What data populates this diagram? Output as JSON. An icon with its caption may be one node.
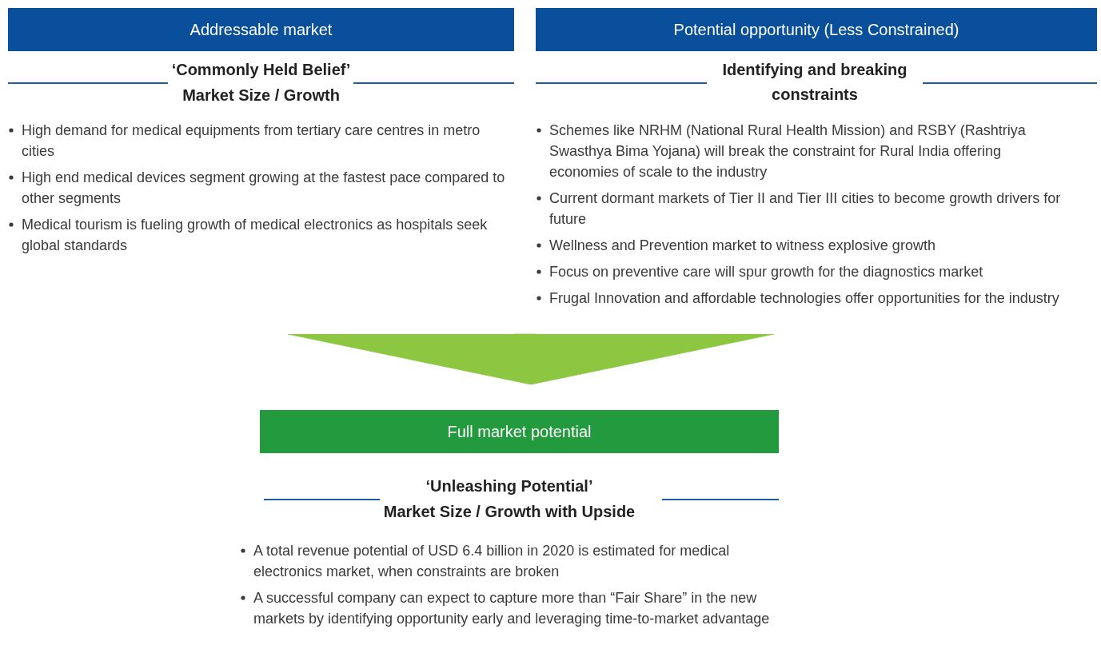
{
  "diagram": {
    "nodes": [
      {
        "text": [
          "Addressable market",
          "‘Commonly Held Belief’",
          "Market Size / Growth",
          "High demand for medical equipments  from tertiary care centres in metro cities",
          "High end medical devices segment growing at the  fastest pace compared to other segments",
          "Medical tourism is fueling growth of medical electronics as hospitals seek  global standards"
        ]
      },
      {
        "text": [
          "Potential opportunity (Less Constrained)",
          "Identifying and breaking constraints",
          "Schemes like NRHM (National Rural Health Mission) and RSBY (Rashtriya Swasthya Bima Yojana) will break the constraint for Rural India offering economies of scale to the  industry",
          "Current dormant markets of Tier II and Tier III cities to become growth drivers for future",
          "Wellness and Prevention market to witness explosive growth",
          "Focus on preventive care will spur growth for  the diagnostics market",
          "Frugal Innovation and affordable technologies offer opportunities for the industry"
        ]
      },
      {
        "text": [
          "Full market potential",
          "‘Unleashing Potential’",
          "Market Size / Growth with Upside",
          "A total revenue potential of USD 6.4 billion in 2020 is estimated for medical electronics market, when constraints are broken",
          "A successful company can expect to capture more than “Fair Share” in the new markets by identifying opportunity early and leveraging time-to-market advantage"
        ]
      }
    ],
    "edges": [
      {
        "from": 0,
        "to": 2,
        "arrow": "to"
      },
      {
        "from": 1,
        "to": 2,
        "arrow": "to"
      }
    ]
  }
}
